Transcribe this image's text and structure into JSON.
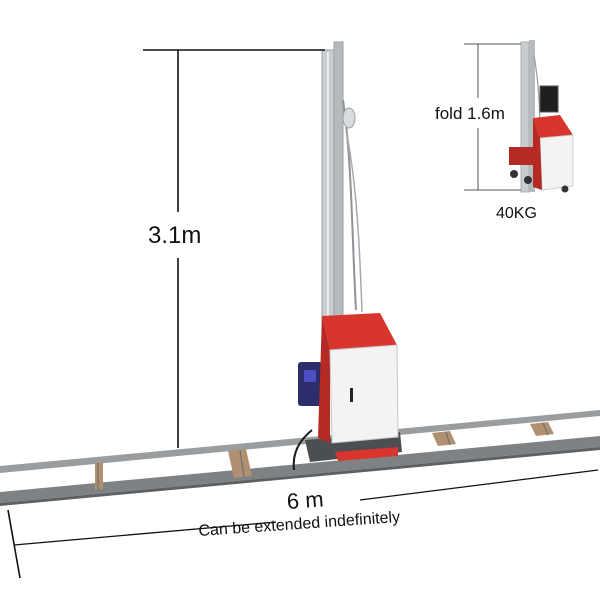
{
  "annotations": {
    "height": "3.1m",
    "fold_height": "fold 1.6m",
    "weight": "40KG",
    "rail_length": "6 m",
    "rail_note": "Can be extended indefinitely"
  },
  "colors": {
    "cabinet_red": "#d9352f",
    "cabinet_white": "#f3f3f3",
    "mast_gray": "#c9ccd0",
    "rail_gray": "#8a8d90",
    "rail_tie": "#c8a070"
  }
}
